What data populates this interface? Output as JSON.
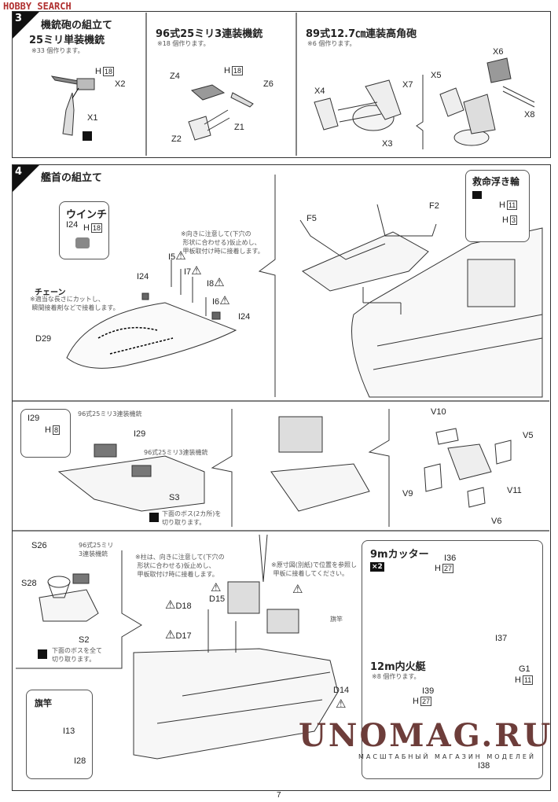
{
  "watermark_top": "HOBBY SEARCH",
  "watermark_bottom": {
    "logo": "UNOMAG.RU",
    "tagline": "МАСШТАБНЫЙ МАГАЗИН МОДЕЛЕЙ"
  },
  "page_number": "7",
  "step3": {
    "number": "3",
    "title": "機銃砲の組立て",
    "single_mg": {
      "title": "25ミリ単装機銃",
      "note": "※33 個作ります。",
      "labels": {
        "h": "H",
        "hnum": "18",
        "x2": "X2",
        "x1": "X1"
      }
    },
    "triple_mg": {
      "title": "96式25ミリ3連装機銃",
      "note": "※18 個作ります。",
      "labels": {
        "z4": "Z4",
        "h": "H",
        "hnum": "18",
        "z6": "Z6",
        "z1": "Z1",
        "z2": "Z2"
      }
    },
    "aa_gun": {
      "title": "89式12.7㎝連装高角砲",
      "note": "※6 個作ります。",
      "labels": {
        "x4": "X4",
        "x7": "X7",
        "x3": "X3",
        "x5": "X5",
        "x6": "X6",
        "x8": "X8"
      }
    }
  },
  "step4": {
    "number": "4",
    "title": "艦首の組立て",
    "winch": {
      "title": "ウインチ",
      "part": "I24",
      "h": "H",
      "hnum": "18"
    },
    "pillar_note": "※向きに注意して(下穴の\n 形状に合わせる)仮止めし、\n 甲板取付け時に接着します。",
    "chain": {
      "title": "チェーン",
      "note": "※適当な長さにカットし、\n 瞬間接着剤などで接着します。"
    },
    "deck_labels": {
      "i5": "I5",
      "i7": "I7",
      "i8": "I8",
      "i6": "I6",
      "i24a": "I24",
      "i24b": "I24",
      "d29": "D29"
    },
    "bow_labels": {
      "f5": "F5",
      "f2": "F2"
    },
    "lifebuoy": {
      "title": "救命浮き輪",
      "h1": "H",
      "h1num": "11",
      "h2": "H",
      "h2num": "3"
    },
    "bridge": {
      "i29_box": {
        "part": "I29",
        "h": "H",
        "hnum": "8"
      },
      "mg_label1": "96式25ミリ3連装機銃",
      "mg_label2": "96式25ミリ3連装機銃",
      "i29": "I29",
      "s3": "S3",
      "cut_note": "下面のボス(2カ所)を\n切り取ります。"
    },
    "house_labels": {
      "v10": "V10",
      "v5": "V5",
      "v9": "V9",
      "v11": "V11",
      "v6": "V6"
    },
    "platform": {
      "s26": "S26",
      "mg": "96式25ミリ\n3連装機銃",
      "s28": "S28",
      "s2": "S2",
      "cut_note": "下面のボスを全て\n切り取ります。"
    },
    "pillar_note2": "※柱は、向きに注意して(下穴の\n 形状に合わせる)仮止めし、\n 甲板取付け時に接着します。",
    "template_note": "※原寸図(別紙)で位置を参照し\n 甲板に接着してください。",
    "deck2_labels": {
      "d18": "D18",
      "d15": "D15",
      "d17": "D17",
      "d14": "D14",
      "flagpole": "旗竿"
    },
    "flagpole_box": {
      "title": "旗竿",
      "i13": "I13",
      "i28": "I28"
    },
    "cutter": {
      "title": "9mカッター",
      "qty": "×2",
      "i36": "I36",
      "h": "H",
      "hnum": "27",
      "i37": "I37"
    },
    "launch": {
      "title": "12m内火艇",
      "note": "※8 個作ります。",
      "g1": "G1",
      "h1": "H",
      "h1num": "11",
      "i39": "I39",
      "h2": "H",
      "h2num": "27",
      "i38": "I38"
    }
  }
}
